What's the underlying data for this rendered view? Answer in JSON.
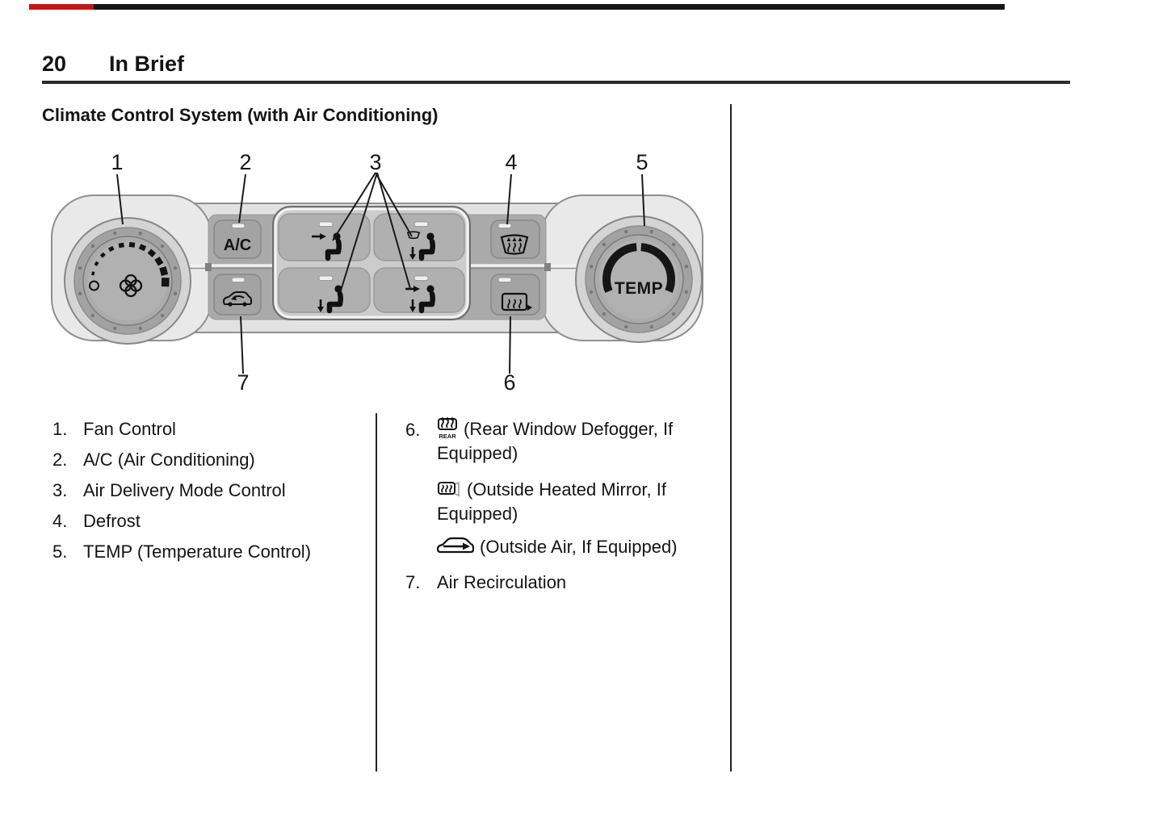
{
  "topbar": {
    "accent_color": "#c01818",
    "bar_color": "#151515"
  },
  "header": {
    "page_number": "20",
    "section_title": "In Brief"
  },
  "heading": "Climate Control System (with Air Conditioning)",
  "diagram": {
    "callouts": [
      "1",
      "2",
      "3",
      "4",
      "5",
      "6",
      "7"
    ],
    "ac_button_label": "A/C",
    "temp_knob_label": "TEMP"
  },
  "legend_left": [
    {
      "num": "1.",
      "label": "Fan Control"
    },
    {
      "num": "2.",
      "label": "A/C (Air Conditioning)"
    },
    {
      "num": "3.",
      "label": "Air Delivery Mode Control"
    },
    {
      "num": "4.",
      "label": "Defrost"
    },
    {
      "num": "5.",
      "label": "TEMP (Temperature Control)"
    }
  ],
  "legend_right": {
    "item6": {
      "num": "6.",
      "entries": [
        {
          "icon": "rear-window-defogger-icon",
          "icon_label": "REAR",
          "text": "(Rear Window Defogger, If Equipped)"
        },
        {
          "icon": "outside-heated-mirror-icon",
          "text": "(Outside Heated Mirror, If Equipped)"
        },
        {
          "icon": "outside-air-icon",
          "text": "(Outside Air, If Equipped)"
        }
      ]
    },
    "item7": {
      "num": "7.",
      "label": "Air Recirculation"
    }
  }
}
